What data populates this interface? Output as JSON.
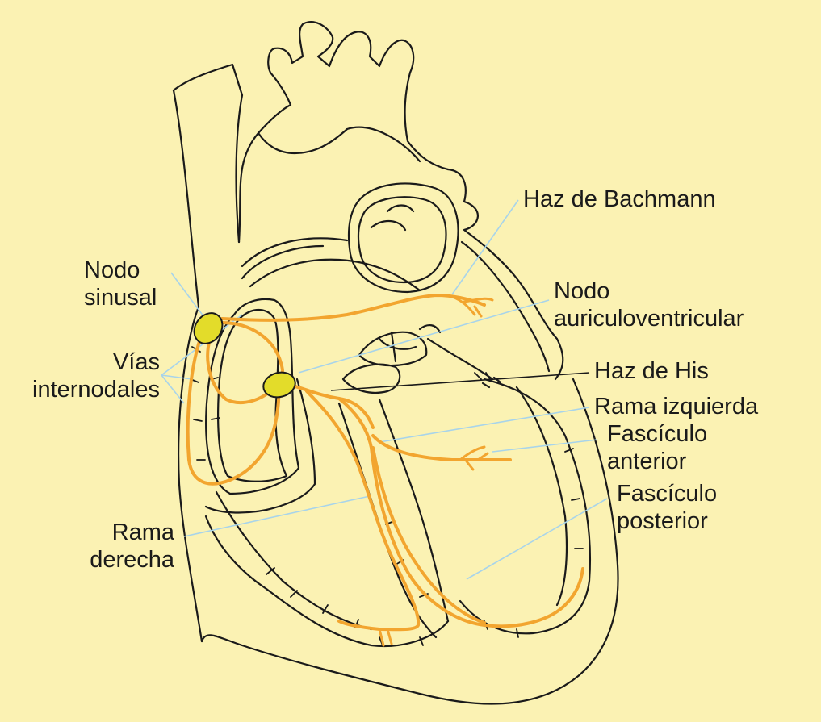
{
  "colors": {
    "background": "#fbf2b3",
    "outline": "#1a1a1a",
    "conduction": "#f2a52f",
    "node_fill": "#e3dc2a",
    "leader_line": "#a8d4ea"
  },
  "labels": {
    "bachmann": "Haz de Bachmann",
    "sinusal": [
      "Nodo",
      "sinusal"
    ],
    "av_node": [
      "Nodo",
      "auriculoventricular"
    ],
    "internodal": [
      "Vías",
      "internodales"
    ],
    "his": "Haz de His",
    "left_branch": "Rama izquierda",
    "anterior": [
      "Fascículo",
      "anterior"
    ],
    "posterior": [
      "Fascículo",
      "posterior"
    ],
    "right_branch": [
      "Rama",
      "derecha"
    ]
  }
}
